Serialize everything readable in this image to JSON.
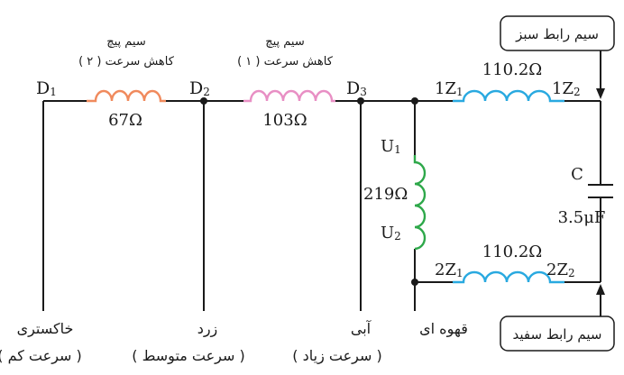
{
  "nodes": {
    "d1": {
      "main": "D",
      "sub": "1"
    },
    "d2": {
      "main": "D",
      "sub": "2"
    },
    "d3": {
      "main": "D",
      "sub": "3"
    }
  },
  "coils": {
    "speed2": {
      "wire": "سیم پیچ",
      "name": "کاهش سرعت ( ۲ )",
      "value": "67Ω",
      "color": "#f08a5d"
    },
    "speed1": {
      "wire": "سیم پیچ",
      "name": "کاهش سرعت ( ۱ )",
      "value": "103Ω",
      "color": "#e88fc4"
    },
    "main_top": {
      "left": {
        "main": "1Z",
        "sub": "1"
      },
      "right": {
        "main": "1Z",
        "sub": "2"
      },
      "value": "110.2Ω",
      "color": "#29a9e0"
    },
    "aux": {
      "top": {
        "main": "U",
        "sub": "1"
      },
      "bottom": {
        "main": "U",
        "sub": "2"
      },
      "value": "219Ω",
      "color": "#2ea84a"
    },
    "main_bottom": {
      "left": {
        "main": "2Z",
        "sub": "1"
      },
      "right": {
        "main": "2Z",
        "sub": "2"
      },
      "value": "110.2Ω",
      "color": "#29a9e0"
    }
  },
  "capacitor": {
    "name": "C",
    "value": "3.5μF"
  },
  "callouts": {
    "green_wire": "سیم رابط سبز",
    "white_wire": "سیم رابط سفید"
  },
  "terminals": {
    "gray": {
      "color": "خاکستری",
      "speed": "( سرعت کم )"
    },
    "yellow": {
      "color": "زرد",
      "speed": "( سرعت متوسط )"
    },
    "blue": {
      "color": "آبی",
      "speed": "( سرعت زیاد )"
    },
    "brown": {
      "color": "قهوه ای"
    }
  }
}
